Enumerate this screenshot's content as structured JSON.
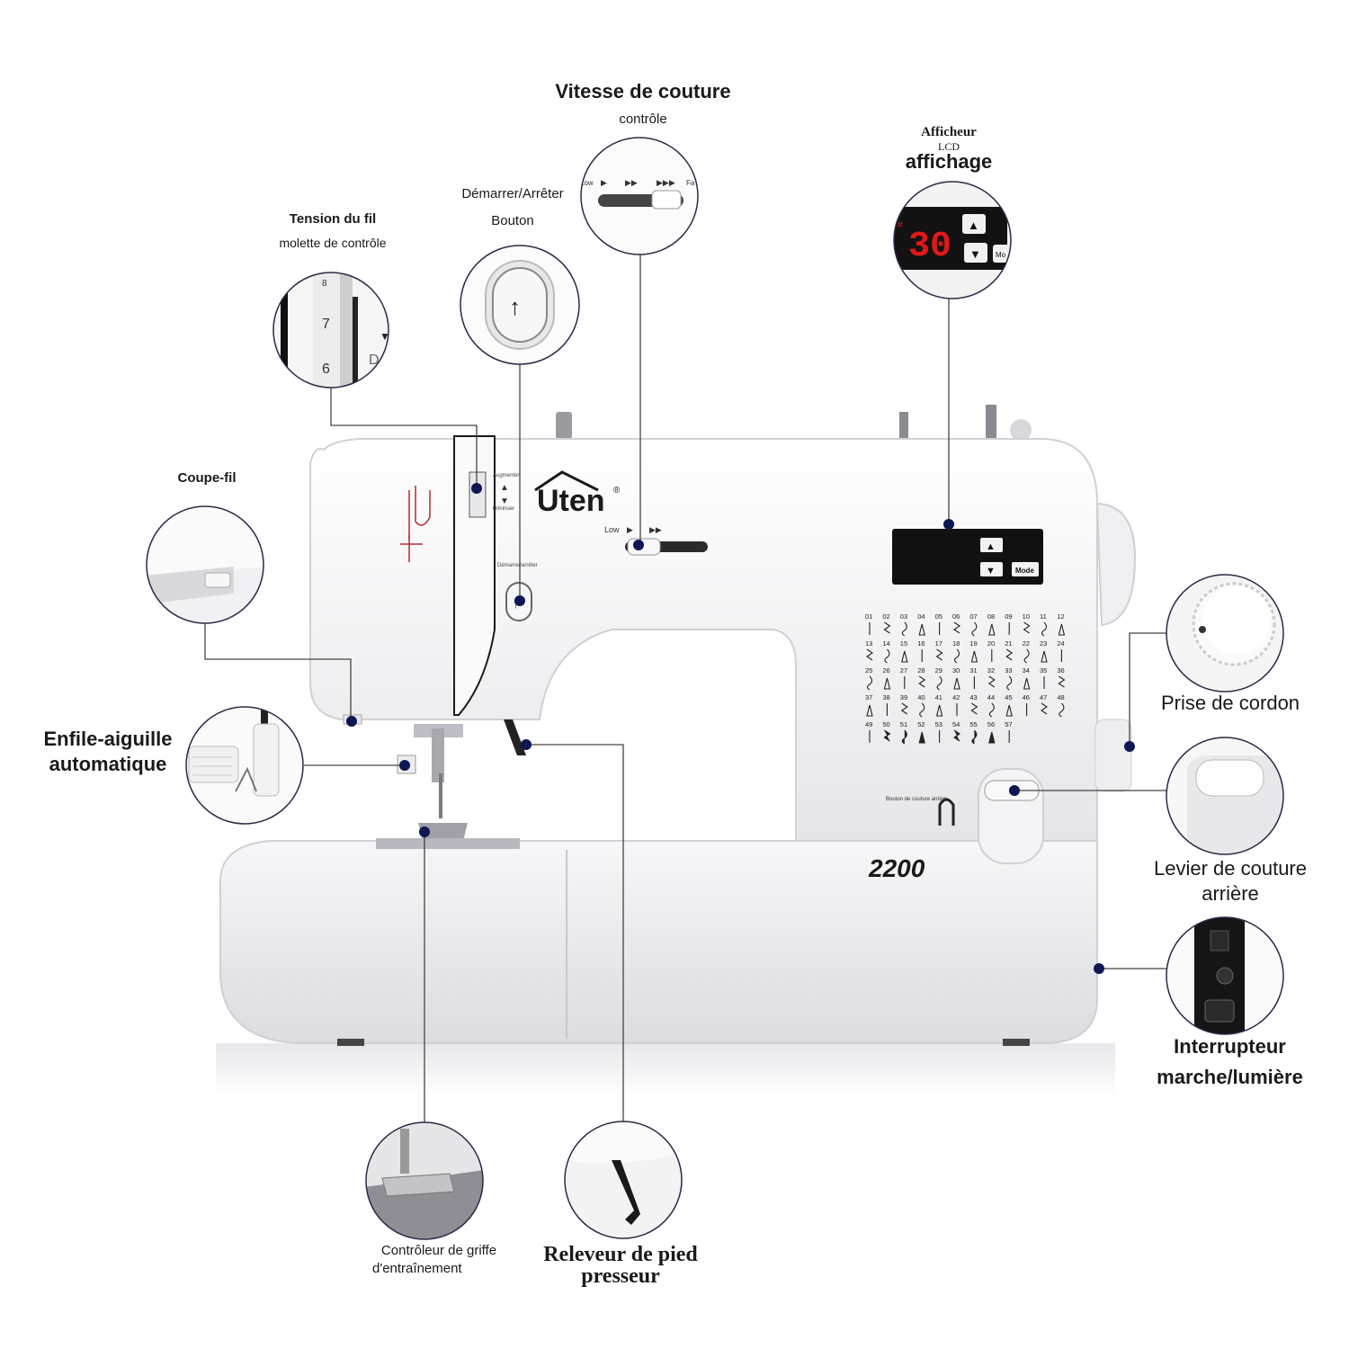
{
  "brand": {
    "logo_text": "Uten",
    "model": "2200",
    "registered": "®"
  },
  "machine_labels": {
    "augmenter": "Augmenter",
    "diminuer": "Diminuer",
    "demarrer": "Démarrer/arrêter",
    "speed_low": "Low",
    "mode_button": "Mode",
    "reverse_label": "Bouton de couture arrière",
    "lcd_value": "30"
  },
  "stitch_numbers": [
    "01",
    "02",
    "03",
    "04",
    "05",
    "06",
    "07",
    "08",
    "09",
    "10",
    "11",
    "12",
    "13",
    "14",
    "15",
    "16",
    "17",
    "18",
    "19",
    "20",
    "21",
    "22",
    "23",
    "24",
    "25",
    "26",
    "27",
    "28",
    "29",
    "30",
    "31",
    "32",
    "33",
    "34",
    "35",
    "36",
    "37",
    "38",
    "39",
    "40",
    "41",
    "42",
    "43",
    "44",
    "45",
    "46",
    "47",
    "48",
    "49",
    "50",
    "51",
    "52",
    "53",
    "54",
    "55",
    "56",
    "57"
  ],
  "callouts": {
    "speed_title": "Vitesse de couture",
    "speed_sub": "contrôle",
    "lcd_title": "Afficheur",
    "lcd_small": "LCD",
    "lcd_sub": "affichage",
    "startstop_title": "Démarrer/Arrêter",
    "startstop_sub": "Bouton",
    "tension_title": "Tension du fil",
    "tension_sub": "molette de contrôle",
    "cutter": "Coupe-fil",
    "threader_1": "Enfile-aiguille",
    "threader_2": "automatique",
    "cord_socket": "Prise de cordon",
    "reverse_1": "Levier de couture",
    "reverse_2": "arrière",
    "switch_1": "Interrupteur",
    "switch_2": "marche/lumière",
    "feed_1": "Contrôleur de griffe",
    "feed_2": "d'entraînement",
    "presser_1": "Releveur de pied",
    "presser_2": "presseur"
  },
  "detail_values": {
    "tension_7": "7",
    "tension_6": "6",
    "tension_8": "8",
    "speed_low": "Low",
    "speed_fast": "Fa",
    "lcd_digits": "30",
    "lcd_hash": "#",
    "lcd_mode": "Mo"
  },
  "colors": {
    "accent": "#0d1852",
    "machine_body": "#f2f2f4",
    "machine_shadow": "#d9d9de",
    "lcd_bg": "#111111",
    "lcd_digit": "#e01818"
  },
  "icons": [
    "up-arrow-icon",
    "down-arrow-icon",
    "start-stop-arrow-icon",
    "reverse-u-icon"
  ]
}
